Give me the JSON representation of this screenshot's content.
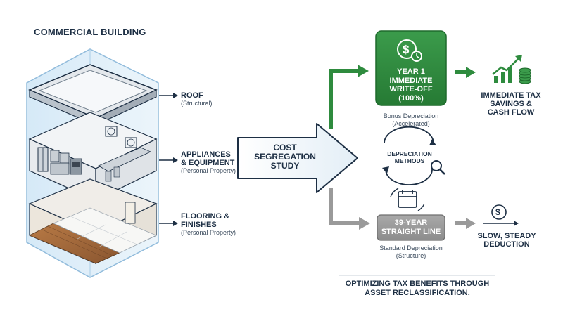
{
  "title": "COMMERCIAL BUILDING",
  "components": [
    {
      "name": "ROOF",
      "detail": "(Structural)"
    },
    {
      "name_line1": "APPLIANCES",
      "name_line2": "& EQUIPMENT",
      "detail": "(Personal Property)"
    },
    {
      "name_line1": "FLOORING &",
      "name_line2": "FINISHES",
      "detail": "(Personal Property)"
    }
  ],
  "process": {
    "line1": "COST",
    "line2": "SEGREGATION",
    "line3": "STUDY"
  },
  "bonus": {
    "card_line1": "YEAR 1",
    "card_line2": "IMMEDIATE",
    "card_line3": "WRITE-OFF",
    "card_line4": "(100%)",
    "caption1": "Bonus Depreciation",
    "caption2": "(Accelerated)",
    "outcome_line1": "IMMEDIATE TAX",
    "outcome_line2": "SAVINGS &",
    "outcome_line3": "CASH FLOW"
  },
  "methods": {
    "line1": "DEPRECIATION",
    "line2": "METHODS"
  },
  "standard": {
    "card_line1": "39-YEAR",
    "card_line2": "STRAIGHT LINE",
    "caption1": "Standard Depreciation",
    "caption2": "(Structure)",
    "outcome_line1": "SLOW, STEADY",
    "outcome_line2": "DEDUCTION"
  },
  "footer": {
    "line1": "OPTIMIZING TAX BENEFITS THROUGH",
    "line2": "ASSET RECLASSIFICATION."
  },
  "colors": {
    "green": "#2e8b3e",
    "grey": "#9a9a9a",
    "navy": "#1d2f44",
    "glass": "#dcecf7"
  },
  "icons": [
    "dollar-clock-icon",
    "growth-chart-icon",
    "cycle-magnifier-icon",
    "calendar-icon",
    "dollar-coin-icon"
  ]
}
